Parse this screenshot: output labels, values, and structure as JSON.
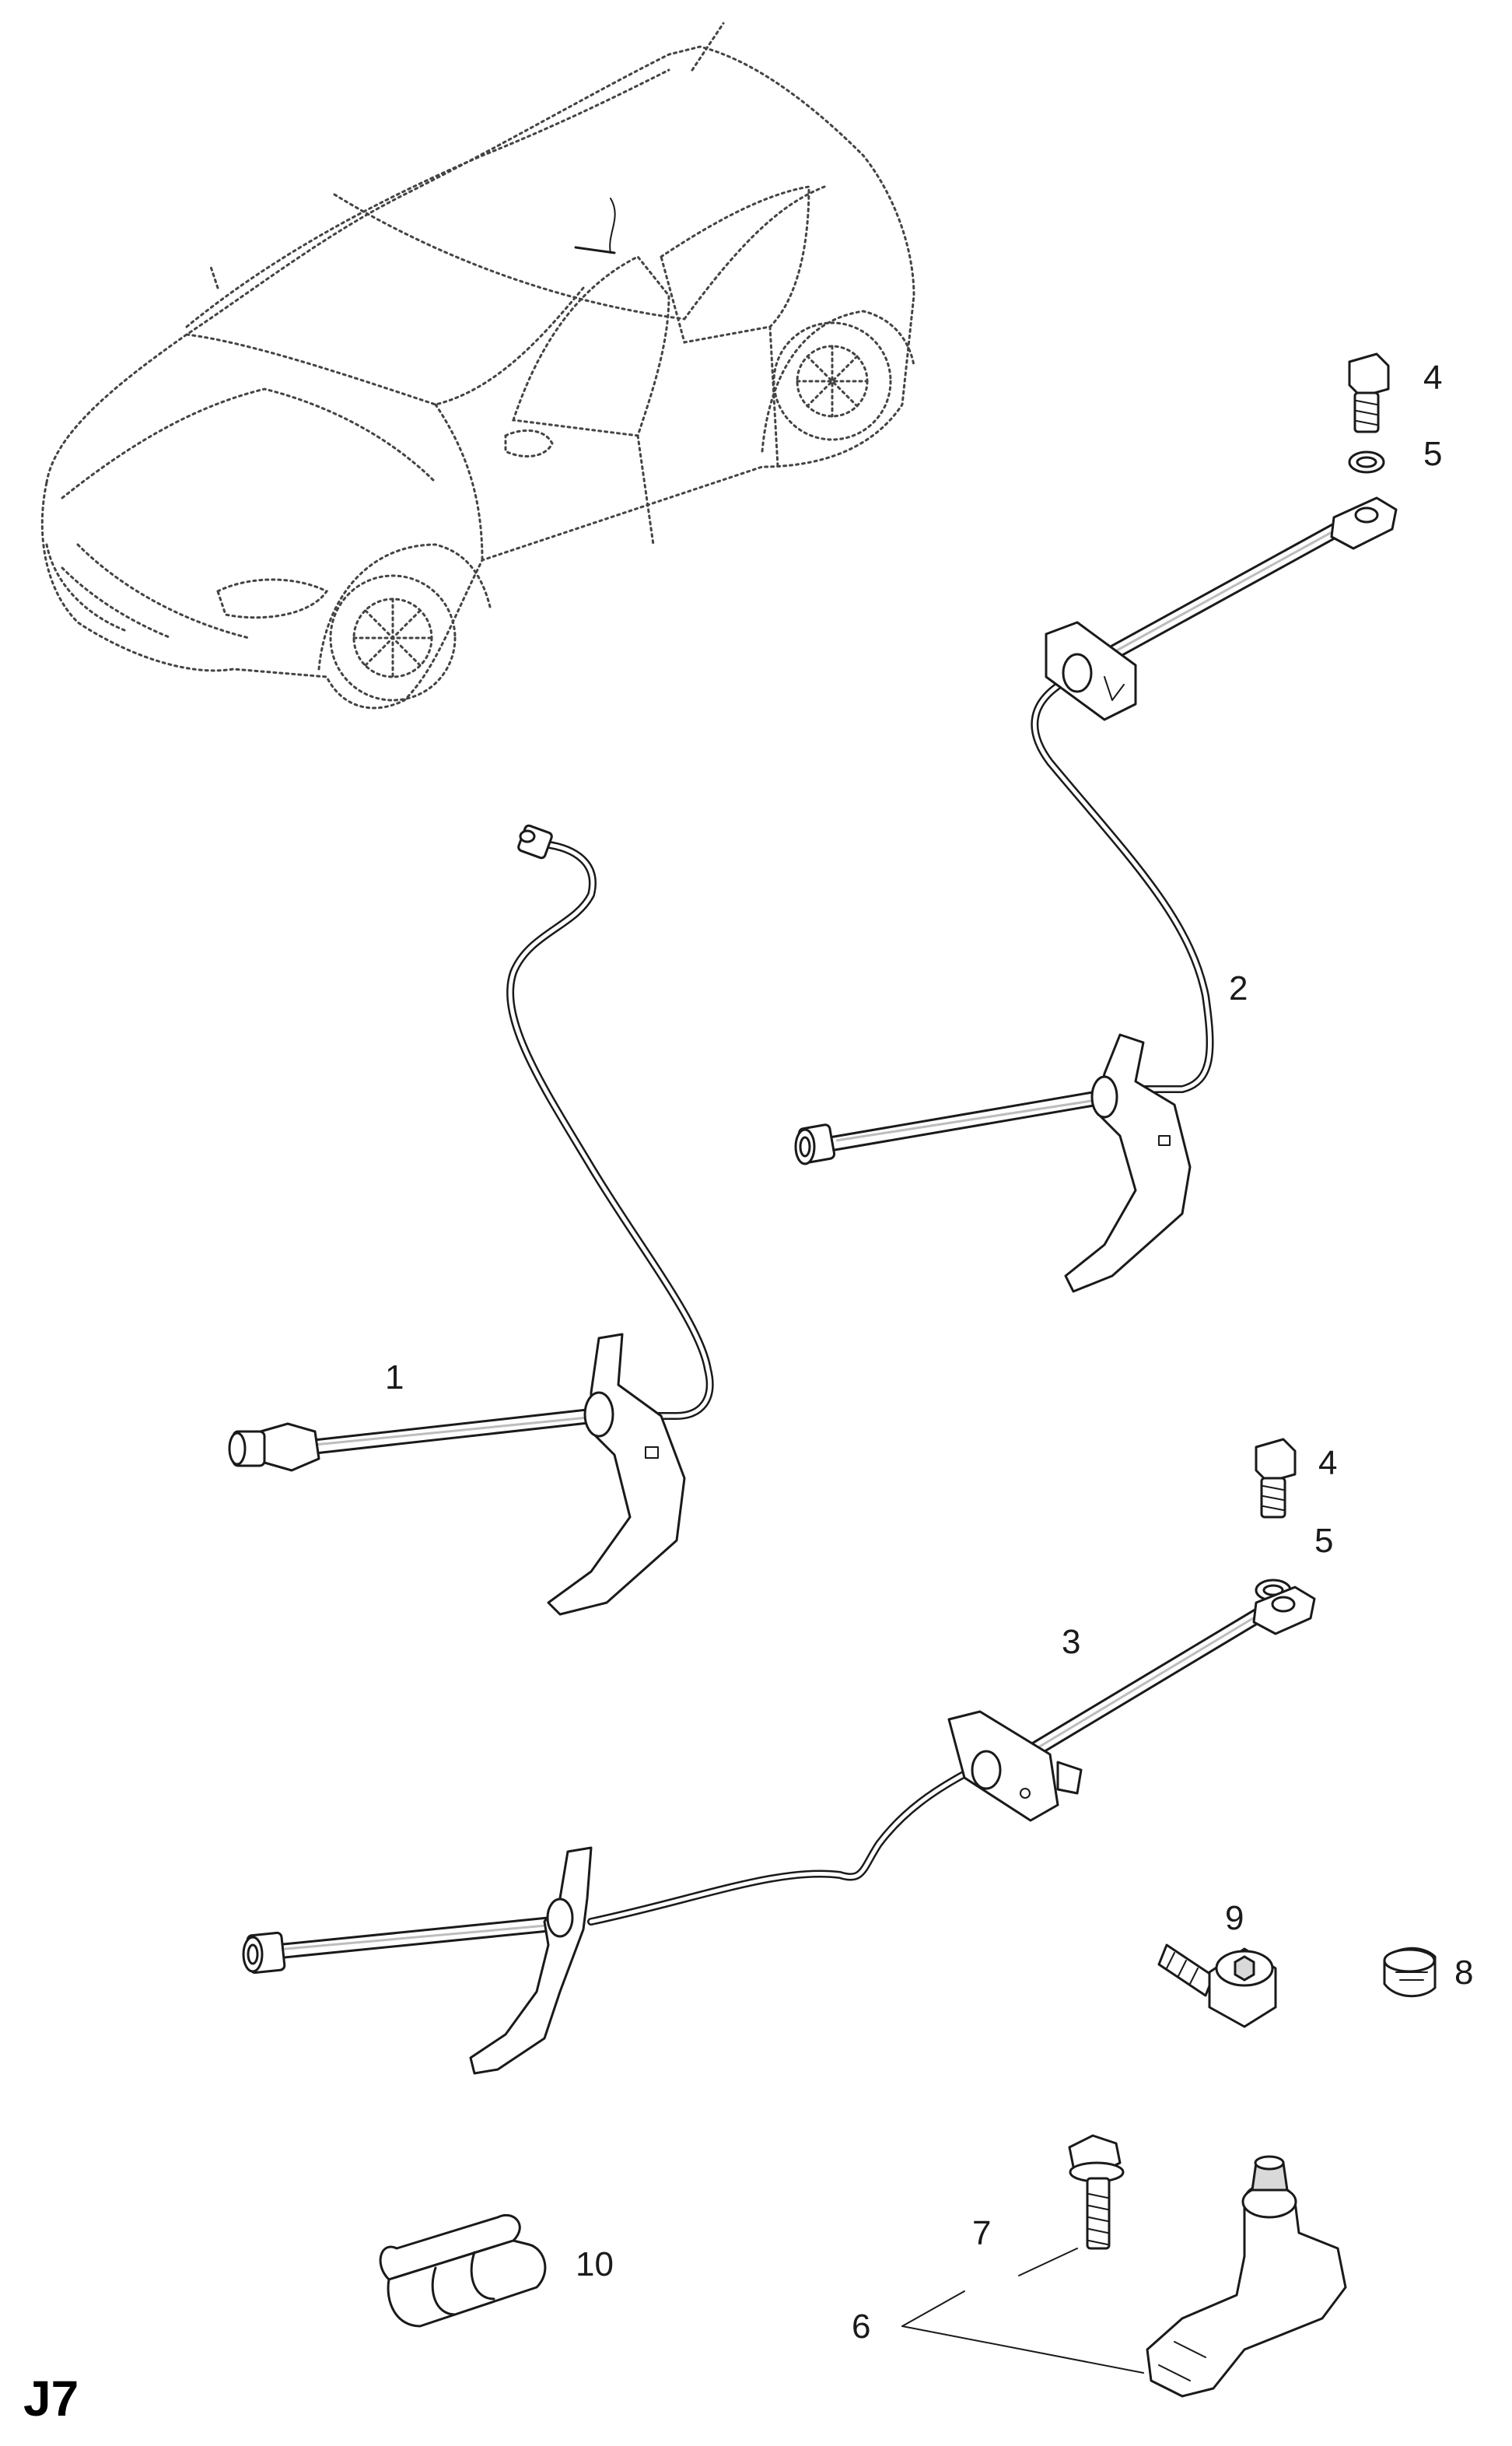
{
  "figure": {
    "page_code": "J7",
    "callouts": [
      {
        "id": "c4a",
        "text": "4"
      },
      {
        "id": "c5a",
        "text": "5"
      },
      {
        "id": "c2",
        "text": "2"
      },
      {
        "id": "c1",
        "text": "1"
      },
      {
        "id": "c4b",
        "text": "4"
      },
      {
        "id": "c5b",
        "text": "5"
      },
      {
        "id": "c3",
        "text": "3"
      },
      {
        "id": "c9",
        "text": "9"
      },
      {
        "id": "c8",
        "text": "8"
      },
      {
        "id": "c7",
        "text": "7"
      },
      {
        "id": "c10",
        "text": "10"
      },
      {
        "id": "c6",
        "text": "6"
      }
    ]
  }
}
